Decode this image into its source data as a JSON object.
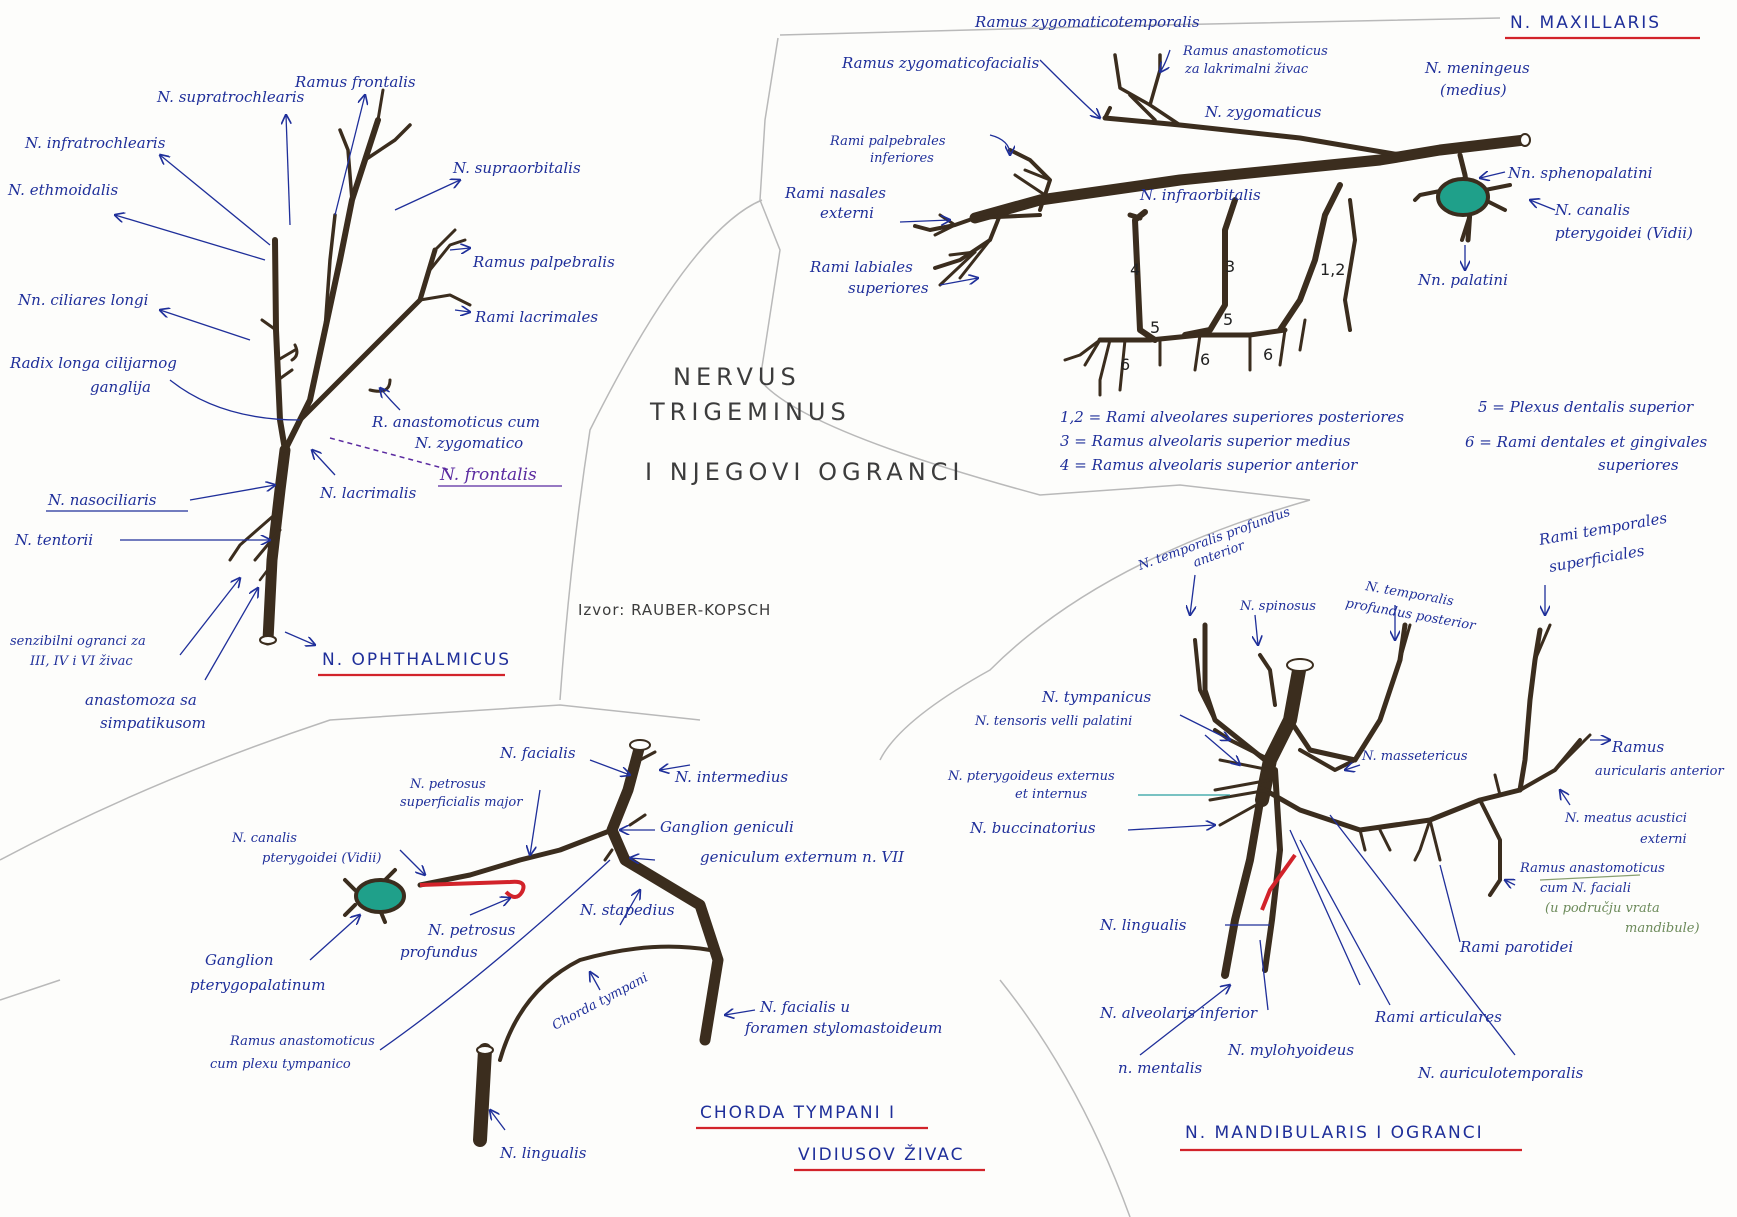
{
  "title": {
    "line1": "NERVUS",
    "line2": "TRIGEMINUS",
    "line3": "I NJEGOVI OGRANCI",
    "source": "Izvor: RAUBER-KOPSCH"
  },
  "ophthalmicus": {
    "header": "N. OPHTHALMICUS",
    "labels": {
      "supratrochlearis": "N. supratrochlearis",
      "ramus_frontalis": "Ramus frontalis",
      "infratrochlearis": "N. infratrochlearis",
      "supraorbitalis": "N. supraorbitalis",
      "ethmoidalis": "N. ethmoidalis",
      "ramus_palpebralis": "Ramus palpebralis",
      "ciliares_longi": "Nn. ciliares longi",
      "rami_lacrimales": "Rami lacrimales",
      "radix_1": "Radix longa cilijarnog",
      "radix_2": "ganglija",
      "anast_1": "R. anastomoticus cum",
      "anast_2": "N. zygomatico",
      "frontalis": "N. frontalis",
      "lacrimalis": "N. lacrimalis",
      "nasociliaris": "N. nasociliaris",
      "tentorii": "N. tentorii",
      "senz_1": "senzibilni ogranci za",
      "senz_2": "III, IV i VI živac",
      "anast_simp_1": "anastomoza sa",
      "anast_simp_2": "simpatikusom"
    }
  },
  "maxillaris": {
    "header": "N. MAXILLARIS",
    "labels": {
      "zygomaticotemporalis": "Ramus zygomaticotemporalis",
      "zygomaticofacialis": "Ramus zygomaticofacialis",
      "anast_lacr_1": "Ramus anastomoticus",
      "anast_lacr_2": "za lakrimalni živac",
      "meningeus_1": "N. meningeus",
      "meningeus_2": "(medius)",
      "palpebrales_1": "Rami palpebrales",
      "palpebrales_2": "inferiores",
      "zygomaticus": "N. zygomaticus",
      "infraorbitalis": "N. infraorbitalis",
      "sphenopalatini": "Nn. sphenopalatini",
      "nasales_1": "Rami nasales",
      "nasales_2": "externi",
      "canalis_1": "N. canalis",
      "canalis_2": "pterygoidei (Vidii)",
      "labiales_1": "Rami labiales",
      "labiales_2": "superiores",
      "palatini": "Nn. palatini"
    },
    "numbers": {
      "n4": "4",
      "n3": "3",
      "n12": "1,2",
      "n5": "5",
      "n6": "6"
    },
    "legend": [
      "1,2 = Rami alveolares superiores posteriores",
      "3 = Ramus alveolaris superior medius",
      "4 = Ramus alveolaris superior anterior",
      "5 = Plexus dentalis superior",
      "6 = Rami dentales et gingivales",
      "superiores"
    ]
  },
  "chorda": {
    "header_1": "CHORDA TYMPANI I",
    "header_2": "VIDIUSOV ŽIVAC",
    "labels": {
      "facialis": "N. facialis",
      "intermedius": "N. intermedius",
      "petrosus_major_1": "N. petrosus",
      "petrosus_major_2": "superficialis major",
      "geniculi": "Ganglion geniculi",
      "geniculum": "geniculum externum n. VII",
      "canalis_1": "N. canalis",
      "canalis_2": "pterygoidei (Vidii)",
      "petrosus_prof_1": "N. petrosus",
      "petrosus_prof_2": "profundus",
      "stapedius": "N. stapedius",
      "ganglion_1": "Ganglion",
      "ganglion_2": "pterygopalatinum",
      "chorda_tympani": "Chorda tympani",
      "facialis_foramen_1": "N. facialis u",
      "facialis_foramen_2": "foramen stylomastoideum",
      "anast_plexus_1": "Ramus anastomoticus",
      "anast_plexus_2": "cum plexu tympanico",
      "lingualis": "N. lingualis"
    }
  },
  "mandibularis": {
    "header": "N. MANDIBULARIS I OGRANCI",
    "labels": {
      "temp_prof_ant_1": "N. temporalis profundus",
      "temp_prof_ant_2": "anterior",
      "spinosus": "N. spinosus",
      "temp_prof_post_1": "N. temporalis",
      "temp_prof_post_2": "profundus posterior",
      "temp_sup_1": "Rami temporales",
      "temp_sup_2": "superficiales",
      "tympanicus": "N. tympanicus",
      "tensoris": "N. tensoris velli palatini",
      "massetericus": "N. massetericus",
      "ram_auric_1": "Ramus",
      "ram_auric_2": "auricularis anterior",
      "ptery_1": "N. pterygoideus externus",
      "ptery_2": "et internus",
      "meatus_1": "N. meatus acustici",
      "meatus_2": "externi",
      "buccinatorius": "N. buccinatorius",
      "anast_fac_1": "Ramus anastomoticus",
      "anast_fac_2": "cum N. faciali",
      "anast_fac_3": "(u području vrata",
      "anast_fac_4": "mandibule)",
      "lingualis": "N. lingualis",
      "parotidei": "Rami parotidei",
      "alv_inf": "N. alveolaris inferior",
      "articulares": "Rami articulares",
      "mentalis": "n. mentalis",
      "mylohyoideus": "N. mylohyoideus",
      "auriculotemporalis": "N. auriculotemporalis"
    }
  },
  "colors": {
    "ink": "#1f2f9a",
    "nerve": "#3b2d1e",
    "ganglion": "#1fa08a",
    "red": "#d2232a",
    "paper": "#fdfdfb"
  }
}
